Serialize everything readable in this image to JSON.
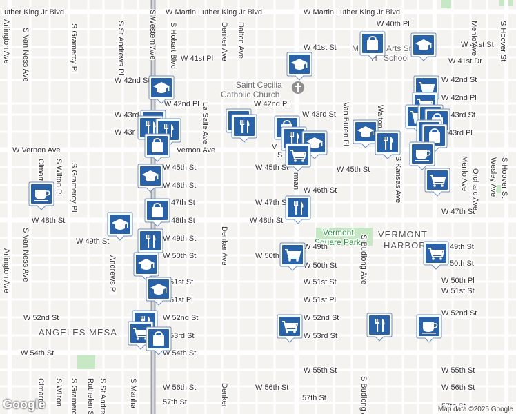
{
  "attribution": {
    "logo_text": "Google",
    "copyright": "Map data ©2025 Google"
  },
  "areas": {
    "angeles_mesa": "ANGELES MESA",
    "vermont_harbor_1": "VERMONT",
    "vermont_harbor_2": "HARBOR"
  },
  "pois": {
    "saint_cecilia_1": "Saint Cecilia",
    "saint_cecilia_2": "Catholic Church",
    "vermont_square_park_1": "Vermont",
    "vermont_square_park_2": "Square Park",
    "arts_school_1": "Arts Sr",
    "arts_school_2": "School",
    "arts_school_m": "M",
    "arts_school_h": "H"
  },
  "streets": {
    "mlk_left": "Luther King Jr Blvd",
    "mlk_mid": "W Martin Luther King Jr Blvd",
    "mlk_right": "W Martin Luther King Jr Blvd",
    "w40th": "W 40th Pl",
    "w41st_mid": "W 41st St",
    "w41st_right": "W 41st St",
    "w41st_pl": "W 41st Pl",
    "w41st_dr": "W 41st Dr",
    "w42nd_st_left": "W 42nd St",
    "w42nd_st_right": "W 42nd St",
    "w42nd_pl_left": "W 42nd Pl",
    "w42nd_pl_mid": "W 42nd Pl",
    "w42nd_pl_right": "W 42nd Pl",
    "w43rd_st_left": "W 43rd St",
    "w43rd_st_mid": "W 43rd St",
    "w43rd_st_right": "W 43rd St",
    "w43rd_pl_left": "W 43r",
    "w43rd_pl_right": "43rd Pl",
    "vernon_left": "W Vernon Ave",
    "vernon_mid": "Vernon Ave",
    "vernon_v": "V",
    "vernon_s": "S",
    "w45th_left": "W 45th St",
    "w45th_mid": "W 45th St",
    "w45th_right": "W 45th St",
    "w46th_left": "W 46th St",
    "w46th_right": "W 46th St",
    "w47th_left": "47th St",
    "w47th_mid": "W 47th St",
    "w47th_right": "W 47th St",
    "w48th_left": "W 48th St",
    "w48th_mid": "48th St",
    "w48th_right": "W 48th St",
    "w49th_left": "W 49th St",
    "w49th_mid": "W 49th St",
    "w49th_right": "49th St",
    "w49th_c": "W 49th",
    "w50th_left": "W 50th St",
    "w50th_mid": "W 50th",
    "w50th_right": "W 50th St",
    "w50th_r2": "50th St",
    "w50th_pl": "W 50th Pl",
    "w51st_left": "51st St",
    "w51st_mid": "W 51st St",
    "w51st_right": "W 51st St",
    "w51st_pl_left": "51st Pl",
    "w51st_pl_mid": "W 51st Pl",
    "w52nd_left": "W 52nd St",
    "w52nd_l2": "W 52nd St",
    "w52nd_mid": "W 52nd St",
    "w52nd_right": "W 52nd St",
    "w53rd_left": "53rd St",
    "w53rd_mid": "W 53rd St",
    "w54th_left": "W 54th St",
    "w54th_mid": "W 54th St",
    "w55th_mid": "W 55th St",
    "w55th_right": "W 55th St",
    "w56th_left": "W 56th St",
    "w56th_mid": "W 56th St",
    "w56th_right": "W 56th St",
    "w57th_left": "57th St",
    "w57th_mid": "57th St",
    "w57th_right": "57th St",
    "arlington": "Arlington Ave",
    "arlington_s": "Arlington Ave",
    "van_ness": "S Van Ness Ave",
    "van_ness_s": "S Van Ness Ave",
    "cimarron": "Cimarron",
    "cimarron_s": "Cimarron",
    "wilton": "S Wilton Pl",
    "wilton_s": "S Wilton",
    "gramercy": "S Gramercy Pl",
    "gramercy_s": "S Gramercy Pl",
    "st_andrews": "S St Andrews Pl",
    "st_andrews_mid": "Andrews Pl",
    "st_andrews_s": "S St Andrew",
    "ruthelen": "Ruthelen St",
    "western": "S Western Ave",
    "hobart": "S Hobart Blvd",
    "manhattan_s": "S Manha",
    "la_salle": "La Salle Ave",
    "denker": "Denker Ave",
    "denker_mid": "Denker Ave",
    "denker_s": "Denker",
    "dalton": "Dalton Ave",
    "vermont_ave": "rman",
    "van_buren": "Van Buren Pl",
    "walton": "Walton",
    "kansas": "S Kansas Ave",
    "budlong": "S Budlong Ave",
    "budlong_s": "S Budlong Ave",
    "menlo": "Menlo Ave",
    "menlo_mid": "Menlo Ave",
    "orchard": "Orchard Ave",
    "wesley": "Wesley Ave",
    "hoover": "S Hoover St",
    "hoover_s": "S Hoover St"
  },
  "markers": [
    {
      "type": "school",
      "icon": "graduation-cap-icon"
    },
    {
      "type": "shopping",
      "icon": "shopping-bag-icon"
    },
    {
      "type": "restaurant",
      "icon": "fork-knife-icon"
    },
    {
      "type": "grocery",
      "icon": "shopping-cart-icon"
    },
    {
      "type": "cafe",
      "icon": "coffee-cup-icon"
    }
  ],
  "colors": {
    "marker_blue": "#2962a6",
    "park_green": "#c6e8c4",
    "church_gray": "#8f8f8f",
    "major_road": "#ffffff",
    "highway_gray": "#9aa0a6"
  }
}
